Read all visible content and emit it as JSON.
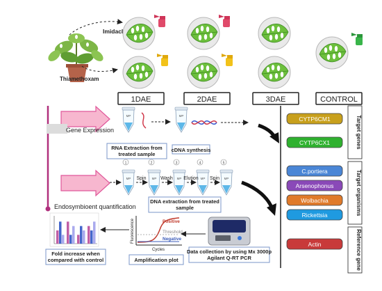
{
  "treatments": {
    "imidacloprid": "Imidacloprid",
    "thiamethoxam": "Thiamethoxam"
  },
  "timepoints": [
    "1DAE",
    "2DAE",
    "3DAE",
    "CONTROL"
  ],
  "sections": {
    "gene_expression": "Gene Expression",
    "endosymbiont_quantification": "Endosymbioent quantification"
  },
  "steps": {
    "rna_extraction": [
      "RNA Extraction from",
      "treated sample"
    ],
    "cdna_synthesis": "cDNA synthesis",
    "dna_extraction": [
      "DNA extraction from treated",
      "sample"
    ],
    "spin": "Spin",
    "wash": "Wash",
    "elution": "Elution",
    "spin2": "Spin",
    "data_collection": [
      "Data collection by using Mx 3000p",
      "Agilant Q-RT PCR"
    ],
    "amplification_plot": "Amplification plot",
    "fold_increase": [
      "Fold increase when",
      "compared with control"
    ]
  },
  "amplification": {
    "y_label": "Fluorescence",
    "x_label": "Cycles",
    "positive": "Positive",
    "threshold": "Threshold",
    "negative": "Negative"
  },
  "step_numbers": [
    "1",
    "2",
    "3",
    "4",
    "5"
  ],
  "categories": {
    "target_genes": "Target genes",
    "target_organisms": "Target organisms",
    "reference_gene": "Reference gene"
  },
  "genes": [
    {
      "name": "CYTP6CM1",
      "color": "#c8a01c"
    },
    {
      "name": "CYTP6CX1",
      "color": "#2fb12f"
    }
  ],
  "organisms": [
    {
      "name": "C.portiera",
      "color": "#4a86d6"
    },
    {
      "name": "Arsenophonus",
      "color": "#8a49b8"
    },
    {
      "name": "Wolbachia",
      "color": "#e07a2a"
    },
    {
      "name": "Rickettsia",
      "color": "#1f9ae0"
    }
  ],
  "reference": [
    {
      "name": "Actin",
      "color": "#c83a3a"
    }
  ],
  "colors": {
    "pink_arrow": "#f7b7cf",
    "pink_stroke": "#e0579a",
    "timeline": "#b0307d",
    "leaf": "#6cbf3c",
    "spray_red": "#e04a6a",
    "spray_yellow": "#f2c21a",
    "spray_green": "#39b54a"
  },
  "mini_bar_chart": {
    "series": [
      {
        "values": [
          3,
          5,
          2,
          4
        ],
        "color": "#c05fa6"
      },
      {
        "values": [
          5,
          2,
          4,
          3
        ],
        "color": "#4466cc"
      },
      {
        "values": [
          2,
          4,
          3,
          5
        ],
        "color": "#aaaaee"
      }
    ],
    "ymax": 6
  }
}
